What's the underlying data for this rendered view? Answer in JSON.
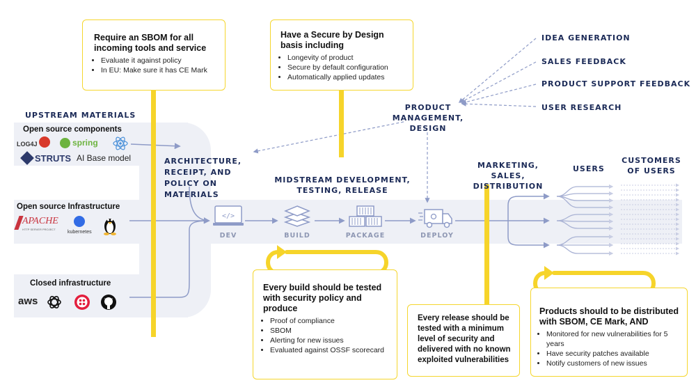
{
  "upstream": {
    "title": "UPSTREAM MATERIALS",
    "open_source_components": {
      "title": "Open source components",
      "logos": [
        "LOG4J",
        "spring",
        "STRUTS",
        "AI Base model"
      ],
      "icons": [
        "log4j-icon",
        "spring-leaf-icon",
        "react-atom-icon",
        "struts-icon"
      ]
    },
    "open_source_infra": {
      "title": "Open source Infrastructure",
      "logos": [
        "APACHE",
        "HTTP SERVER PROJECT",
        "kubernetes"
      ],
      "icons": [
        "apache-feather-icon",
        "kubernetes-icon",
        "linux-tux-icon"
      ]
    },
    "closed_infra": {
      "title": "Closed infrastructure",
      "logos": [
        "aws"
      ],
      "icons": [
        "aws-icon",
        "openai-icon",
        "twilio-icon",
        "github-icon"
      ]
    }
  },
  "architecture_label": "ARCHITECTURE, RECEIPT, AND POLICY ON MATERIALS",
  "midstream_label": "MIDSTREAM DEVELOPMENT, TESTING, RELEASE",
  "stages": [
    "DEV",
    "BUILD",
    "PACKAGE",
    "DEPLOY"
  ],
  "product_mgmt_label": "PRODUCT MANAGEMENT, DESIGN",
  "inputs": [
    "IDEA GENERATION",
    "SALES FEEDBACK",
    "PRODUCT SUPPORT FEEDBACK",
    "USER RESEARCH"
  ],
  "marketing_label": "MARKETING, SALES, DISTRIBUTION",
  "users_label": "USERS",
  "customers_label": "CUSTOMERS OF USERS",
  "callouts": {
    "sbom": {
      "title": "Require an SBOM for all incoming tools and service",
      "items": [
        "Evaluate it against policy",
        "In EU: Make sure it has CE Mark"
      ]
    },
    "secure_design": {
      "title": "Have a Secure by Design basis including",
      "items": [
        "Longevity of product",
        "Secure by default configuration",
        "Automatically applied updates"
      ]
    },
    "build_test": {
      "title": "Every build should be tested with security policy and produce",
      "items": [
        "Proof of compliance",
        "SBOM",
        "Alerting for new issues",
        "Evaluated against OSSF scorecard"
      ]
    },
    "release": {
      "body": "Every release should be tested with a minimum level of security and delivered with no known exploited vulnerabilities"
    },
    "distribution": {
      "title": "Products should to be distributed with SBOM, CE Mark, AND",
      "items": [
        "Monitored for new vulnerabilities for 5 years",
        "Have security patches available",
        "Notify customers of new issues"
      ]
    }
  },
  "colors": {
    "accent_yellow": "#f6d42a",
    "navy": "#1b2a57",
    "flow_line": "#8e9bc7",
    "band": "#eef0f6"
  }
}
